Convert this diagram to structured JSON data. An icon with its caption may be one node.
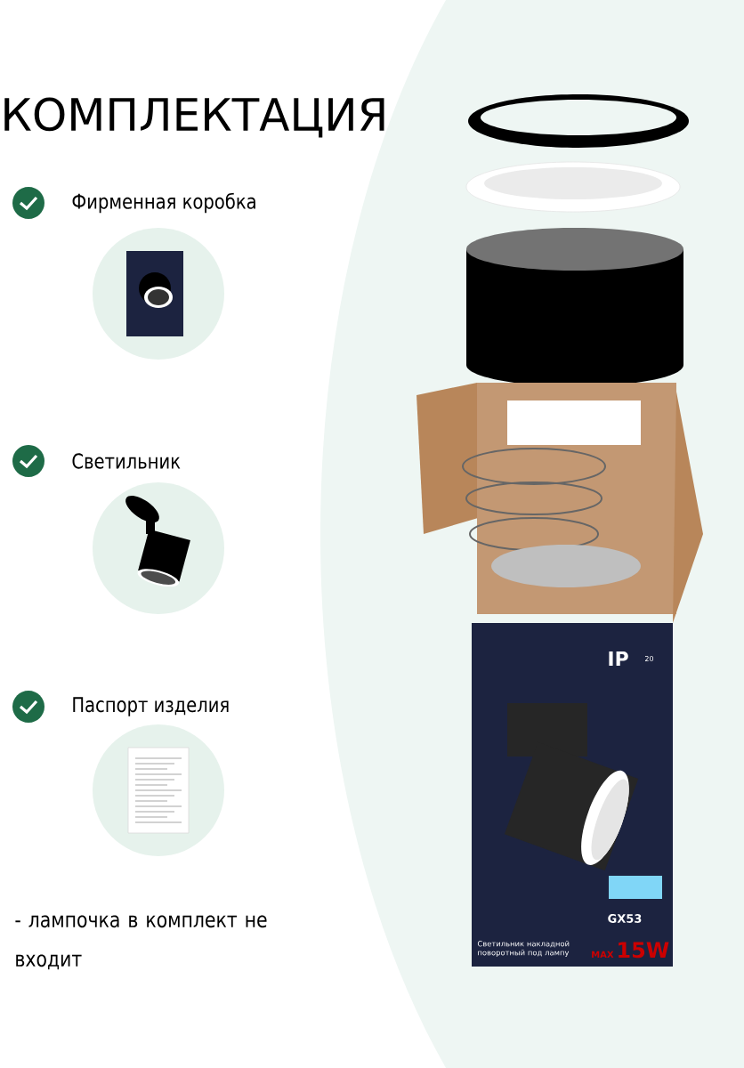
{
  "diagram": {
    "title": "КОМПЛЕКТАЦИЯ",
    "labels": [
      "Фирменная коробка",
      "Светильник",
      "Паспорт изделия",
      "-  лампочка в комплект не входит",
      "IP",
      "20",
      "GX53",
      "Светильник накладной поворотный под лампу",
      "MAX",
      "15W"
    ]
  }
}
